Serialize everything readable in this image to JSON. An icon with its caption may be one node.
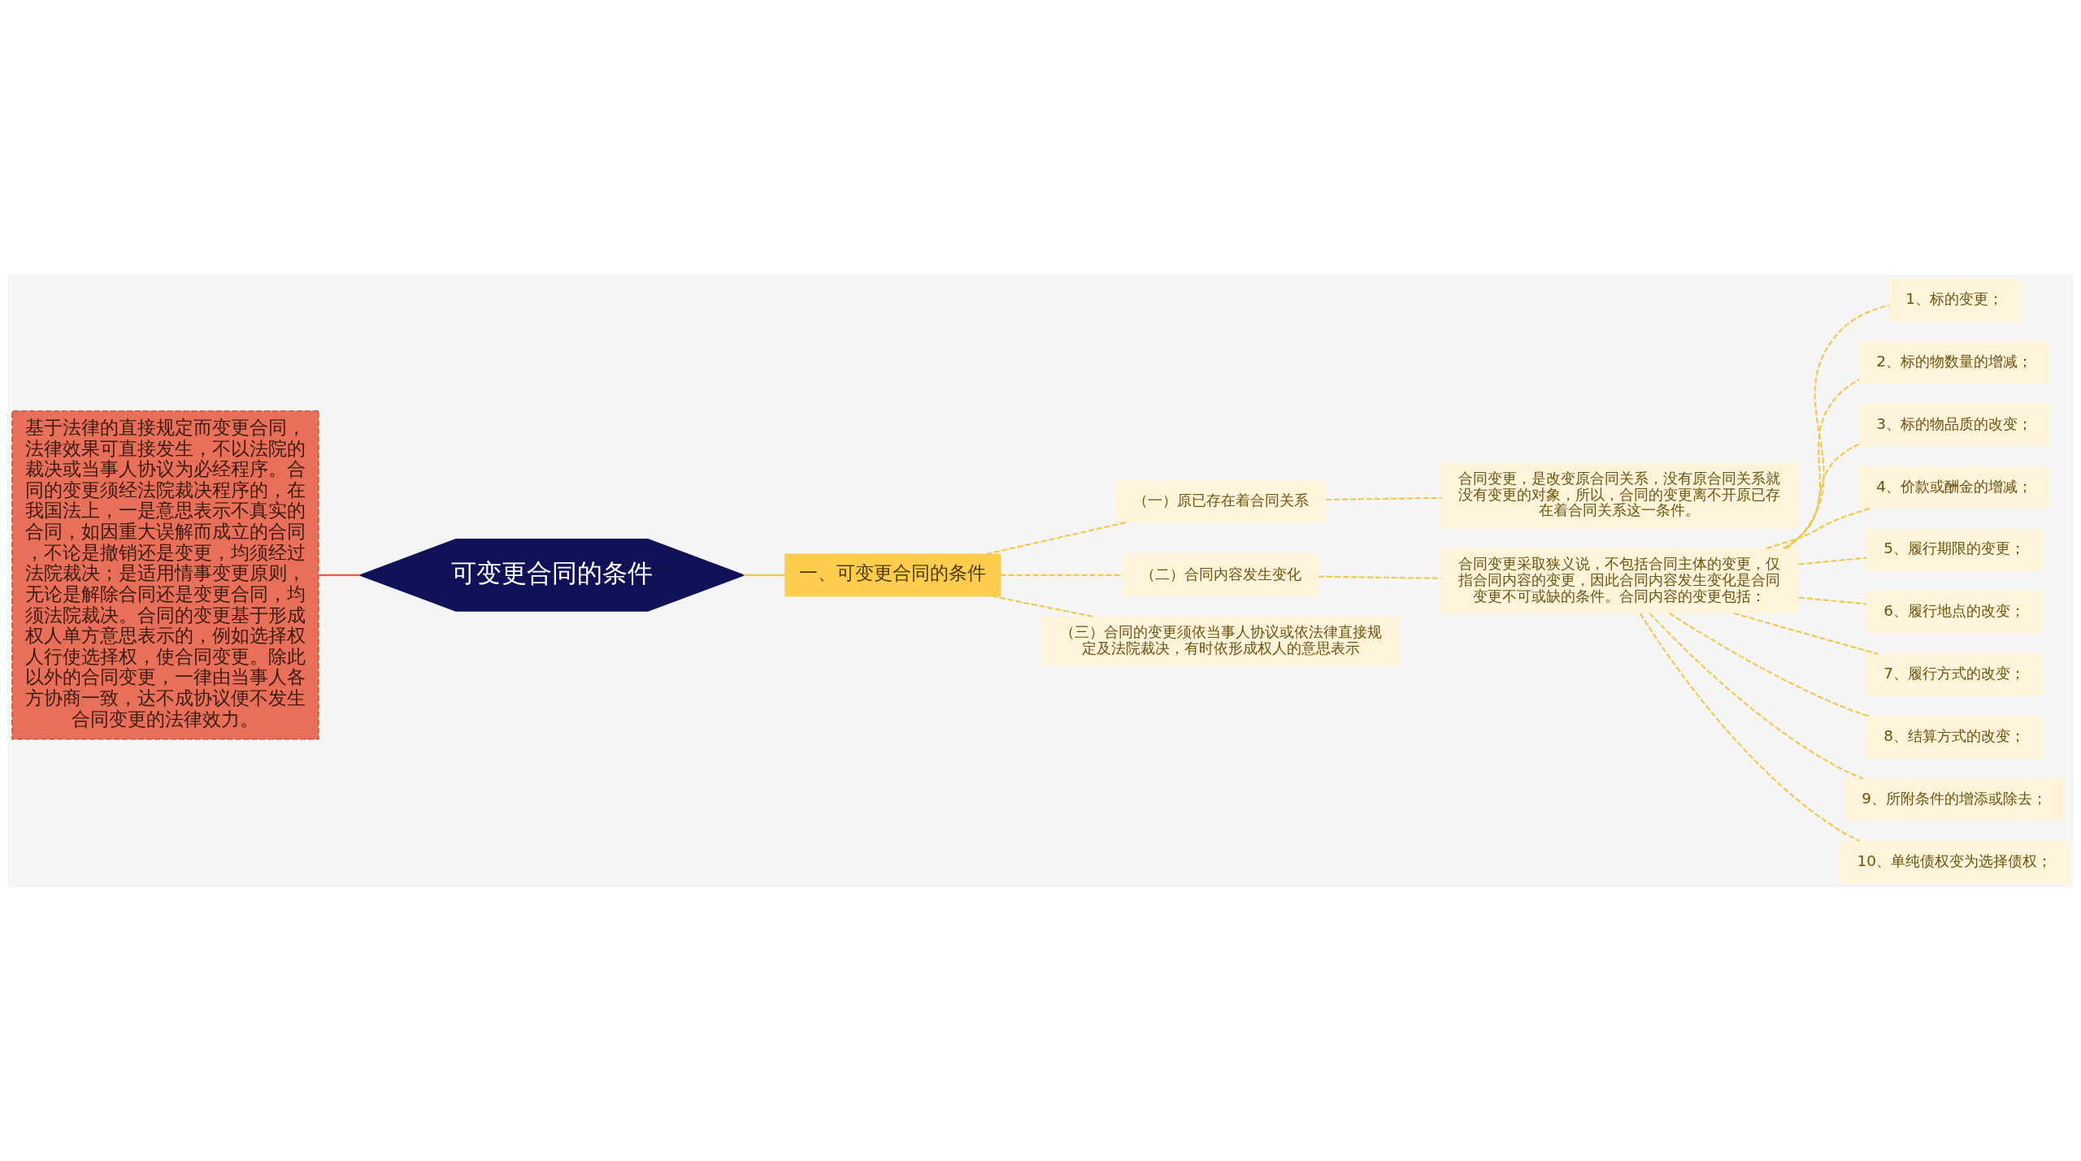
{
  "diagram": {
    "nodes": [
      {
        "text": [
          "可变更合同的条件"
        ]
      },
      {
        "text": [
          "基于法律的直接规定而变更合同，法律效果可直接发生，不以法院的裁决或当事人协议为必经程序。合同的变更须经法院裁决程序的，在我国法上，一是意思表示不真实的合同，如因重大误解而成立的合同，不论是撤销还是变更，均须经过法院裁决；是适用情事变更原则，无论是解除合同还是变更合同，均须法院裁决。合同的变更基于形成权人单方意思表示的，例如选择权人行使选择权，使合同变更。除此以外的合同变更，一律由当事人各方协商一致，达不成协议便不发生合同变更的法律效力。"
        ]
      },
      {
        "text": [
          "一、可变更合同的条件"
        ]
      },
      {
        "text": [
          "（一）原已存在着合同关系"
        ]
      },
      {
        "text": [
          "合同变更，是改变原合同关系，没有原合同关系就没有变更的对象，所以，合同的变更离不开原已存在着合同关系这一条件。"
        ]
      },
      {
        "text": [
          "（二）合同内容发生变化"
        ]
      },
      {
        "text": [
          "合同变更采取狭义说，不包括合同主体的变更，仅指合同内容的变更，因此合同内容发生变化是合同变更不可或缺的条件。合同内容的变更包括："
        ]
      },
      {
        "text": [
          "1、标的变更；"
        ]
      },
      {
        "text": [
          "2、标的物数量的增减；"
        ]
      },
      {
        "text": [
          "3、标的物品质的改变；"
        ]
      },
      {
        "text": [
          "4、价款或酬金的增减；"
        ]
      },
      {
        "text": [
          "5、履行期限的变更；"
        ]
      },
      {
        "text": [
          "6、履行地点的改变；"
        ]
      },
      {
        "text": [
          "7、履行方式的改变；"
        ]
      },
      {
        "text": [
          "8、结算方式的改变；"
        ]
      },
      {
        "text": [
          "9、所附条件的增添或除去；"
        ]
      },
      {
        "text": [
          "10、单纯债权变为选择债权；"
        ]
      },
      {
        "text": [
          "（三）合同的变更须依当事人协议或依法律直接规定及法院裁决，有时依形成权人的意思表示"
        ]
      }
    ],
    "edges": [
      {
        "from": 0,
        "to": 1,
        "arrow": "none",
        "color": "#e0604a"
      },
      {
        "from": 0,
        "to": 2,
        "arrow": "none"
      },
      {
        "from": 2,
        "to": 3,
        "arrow": "none",
        "style": "dashed"
      },
      {
        "from": 3,
        "to": 4,
        "arrow": "none",
        "style": "dashed"
      },
      {
        "from": 2,
        "to": 5,
        "arrow": "none",
        "style": "dashed"
      },
      {
        "from": 5,
        "to": 6,
        "arrow": "none",
        "style": "dashed"
      },
      {
        "from": 6,
        "to": 7,
        "arrow": "none",
        "style": "dashed"
      },
      {
        "from": 6,
        "to": 8,
        "arrow": "none",
        "style": "dashed"
      },
      {
        "from": 6,
        "to": 9,
        "arrow": "none",
        "style": "dashed"
      },
      {
        "from": 6,
        "to": 10,
        "arrow": "none",
        "style": "dashed"
      },
      {
        "from": 6,
        "to": 11,
        "arrow": "none",
        "style": "dashed"
      },
      {
        "from": 6,
        "to": 12,
        "arrow": "none",
        "style": "dashed"
      },
      {
        "from": 6,
        "to": 13,
        "arrow": "none",
        "style": "dashed"
      },
      {
        "from": 6,
        "to": 14,
        "arrow": "none",
        "style": "dashed"
      },
      {
        "from": 6,
        "to": 15,
        "arrow": "none",
        "style": "dashed"
      },
      {
        "from": 6,
        "to": 16,
        "arrow": "none",
        "style": "dashed"
      },
      {
        "from": 2,
        "to": 17,
        "arrow": "none",
        "style": "dashed"
      }
    ]
  }
}
